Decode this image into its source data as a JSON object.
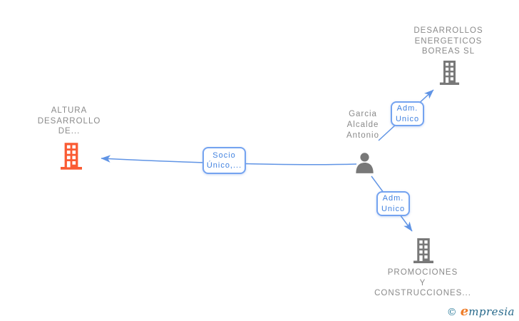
{
  "nodes": {
    "altura": {
      "type": "company",
      "lines": [
        "ALTURA",
        "DESARROLLO",
        "DE..."
      ]
    },
    "person": {
      "type": "person",
      "lines": [
        "Garcia",
        "Alcalde",
        "Antonio"
      ]
    },
    "boreas": {
      "type": "company",
      "lines": [
        "DESARROLLOS",
        "ENERGETICOS",
        "BOREAS SL"
      ]
    },
    "promociones": {
      "type": "company",
      "lines": [
        "PROMOCIONES",
        "Y",
        "CONSTRUCCIONES..."
      ]
    }
  },
  "edges": {
    "socio": {
      "from": "person",
      "to": "altura",
      "lines": [
        "Socio",
        "Único,..."
      ]
    },
    "adm_top": {
      "from": "person",
      "to": "boreas",
      "lines": [
        "Adm.",
        "Unico"
      ]
    },
    "adm_bottom": {
      "from": "person",
      "to": "promociones",
      "lines": [
        "Adm.",
        "Unico"
      ]
    }
  },
  "footer": {
    "copyright_symbol": "©",
    "brand_initial": "e",
    "brand_rest": "mpresia"
  },
  "colors": {
    "edge_blue": "#6094E5",
    "box_border_blue": "#74A3F0",
    "box_text_blue": "#4182E0",
    "node_text_gray": "#8A8A8A",
    "icon_gray": "#787878",
    "altura_icon_orange": "#FA5B33",
    "logo_teal": "#2E7D9C",
    "logo_orange": "#EE7C28"
  }
}
